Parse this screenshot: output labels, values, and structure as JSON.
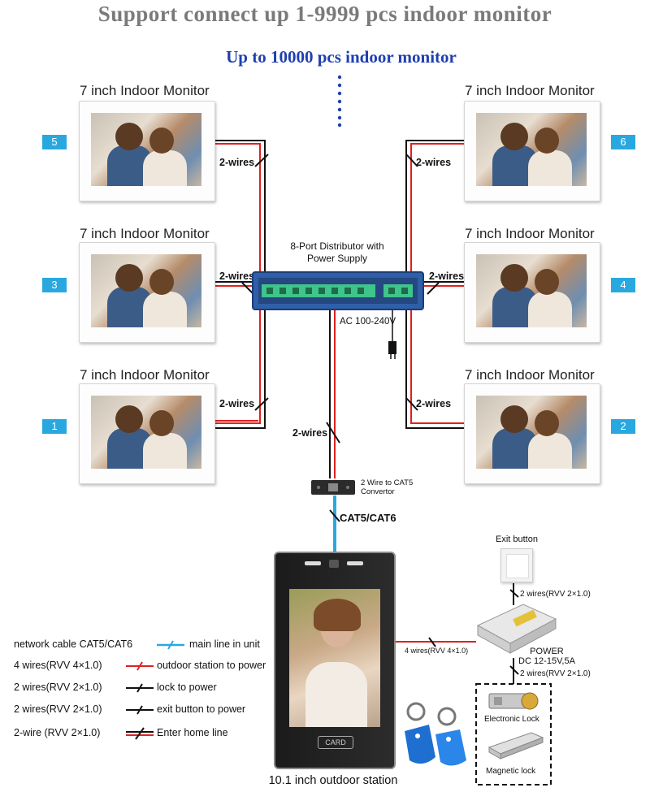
{
  "title": "Support connect up 1-9999 pcs indoor monitor",
  "subtitle": "Up to 10000 pcs indoor monitor",
  "monitor_label": "7 inch Indoor Monitor",
  "monitors": [
    {
      "number": "5"
    },
    {
      "number": "6"
    },
    {
      "number": "3"
    },
    {
      "number": "4"
    },
    {
      "number": "1"
    },
    {
      "number": "2"
    }
  ],
  "wire_label": "2-wires",
  "distributor": {
    "label_line1": "8-Port Distributor with",
    "label_line2": "Power Supply"
  },
  "ac_label": "AC 100-240V",
  "convertor": {
    "label_line1": "2 Wire to CAT5",
    "label_line2": "Convertor"
  },
  "cat_label": "CAT5/CAT6",
  "outdoor_station": {
    "label": "10.1 inch outdoor station",
    "card_text": "CARD"
  },
  "exit_button": {
    "label": "Exit button",
    "wire": "2 wires(RVV 2×1.0)"
  },
  "power": {
    "label_line1": "POWER",
    "label_line2": "DC 12-15V,5A",
    "wire_out": "2 wires(RVV 2×1.0)",
    "wire_in": "4 wires(RVV 4×1.0)"
  },
  "locks": {
    "electronic": "Electronic Lock",
    "magnetic": "Magnetic lock"
  },
  "legend": [
    {
      "left": "network cable CAT5/CAT6",
      "right": "main line in unit",
      "color": "#29a8e0"
    },
    {
      "left": "4 wires(RVV 4×1.0)",
      "right": "outdoor station to power",
      "color": "#e02020"
    },
    {
      "left": "2 wires(RVV 2×1.0)",
      "right": "lock to power",
      "color": "#111111"
    },
    {
      "left": "2 wires(RVV 2×1.0)",
      "right": "exit button to power",
      "color": "#111111"
    },
    {
      "left": "2-wire (RVV 2×1.0)",
      "right": "Enter home line",
      "color": "#111111"
    }
  ],
  "colors": {
    "red_wire": "#e02020",
    "black_wire": "#111111",
    "network": "#29a8e0",
    "badge": "#29a8e0",
    "distributor": "#2f5fa8",
    "title": "#7a7a7a",
    "subtitle": "#1f3fb0"
  }
}
